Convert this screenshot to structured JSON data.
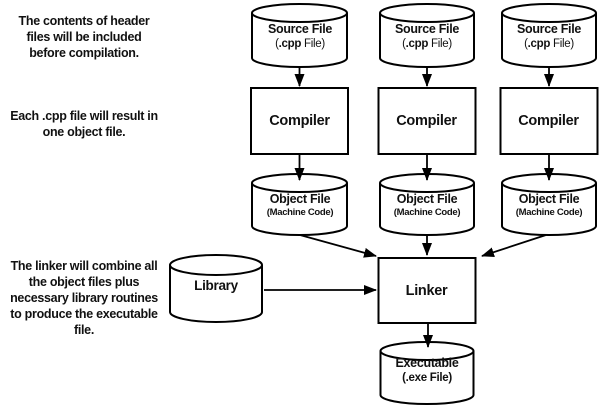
{
  "colors": {
    "line": "#000000",
    "background": "#ffffff",
    "text": "#111111"
  },
  "annotations": {
    "header_note": "The contents of header\nfiles will be included\nbefore compilation.",
    "object_note": "Each .cpp file will result in\none object file.",
    "linker_note": "The linker will combine all\nthe object files plus\nnecessary library routines\nto produce the executable\nfile."
  },
  "nodes": {
    "source_files": [
      {
        "title": "Source File",
        "sub_pre": "(",
        "sub_ext": ".cpp",
        "sub_post": " File)"
      },
      {
        "title": "Source File",
        "sub_pre": "(",
        "sub_ext": ".cpp",
        "sub_post": " File)"
      },
      {
        "title": "Source File",
        "sub_pre": "(",
        "sub_ext": ".cpp",
        "sub_post": " File)"
      }
    ],
    "compilers": [
      {
        "label": "Compiler"
      },
      {
        "label": "Compiler"
      },
      {
        "label": "Compiler"
      }
    ],
    "object_files": [
      {
        "title": "Object File",
        "sub": "(Machine Code)"
      },
      {
        "title": "Object File",
        "sub": "(Machine Code)"
      },
      {
        "title": "Object File",
        "sub": "(Machine Code)"
      }
    ],
    "library": {
      "label": "Library"
    },
    "linker": {
      "label": "Linker"
    },
    "executable": {
      "title": "Executable",
      "sub": "(.exe File)"
    }
  }
}
